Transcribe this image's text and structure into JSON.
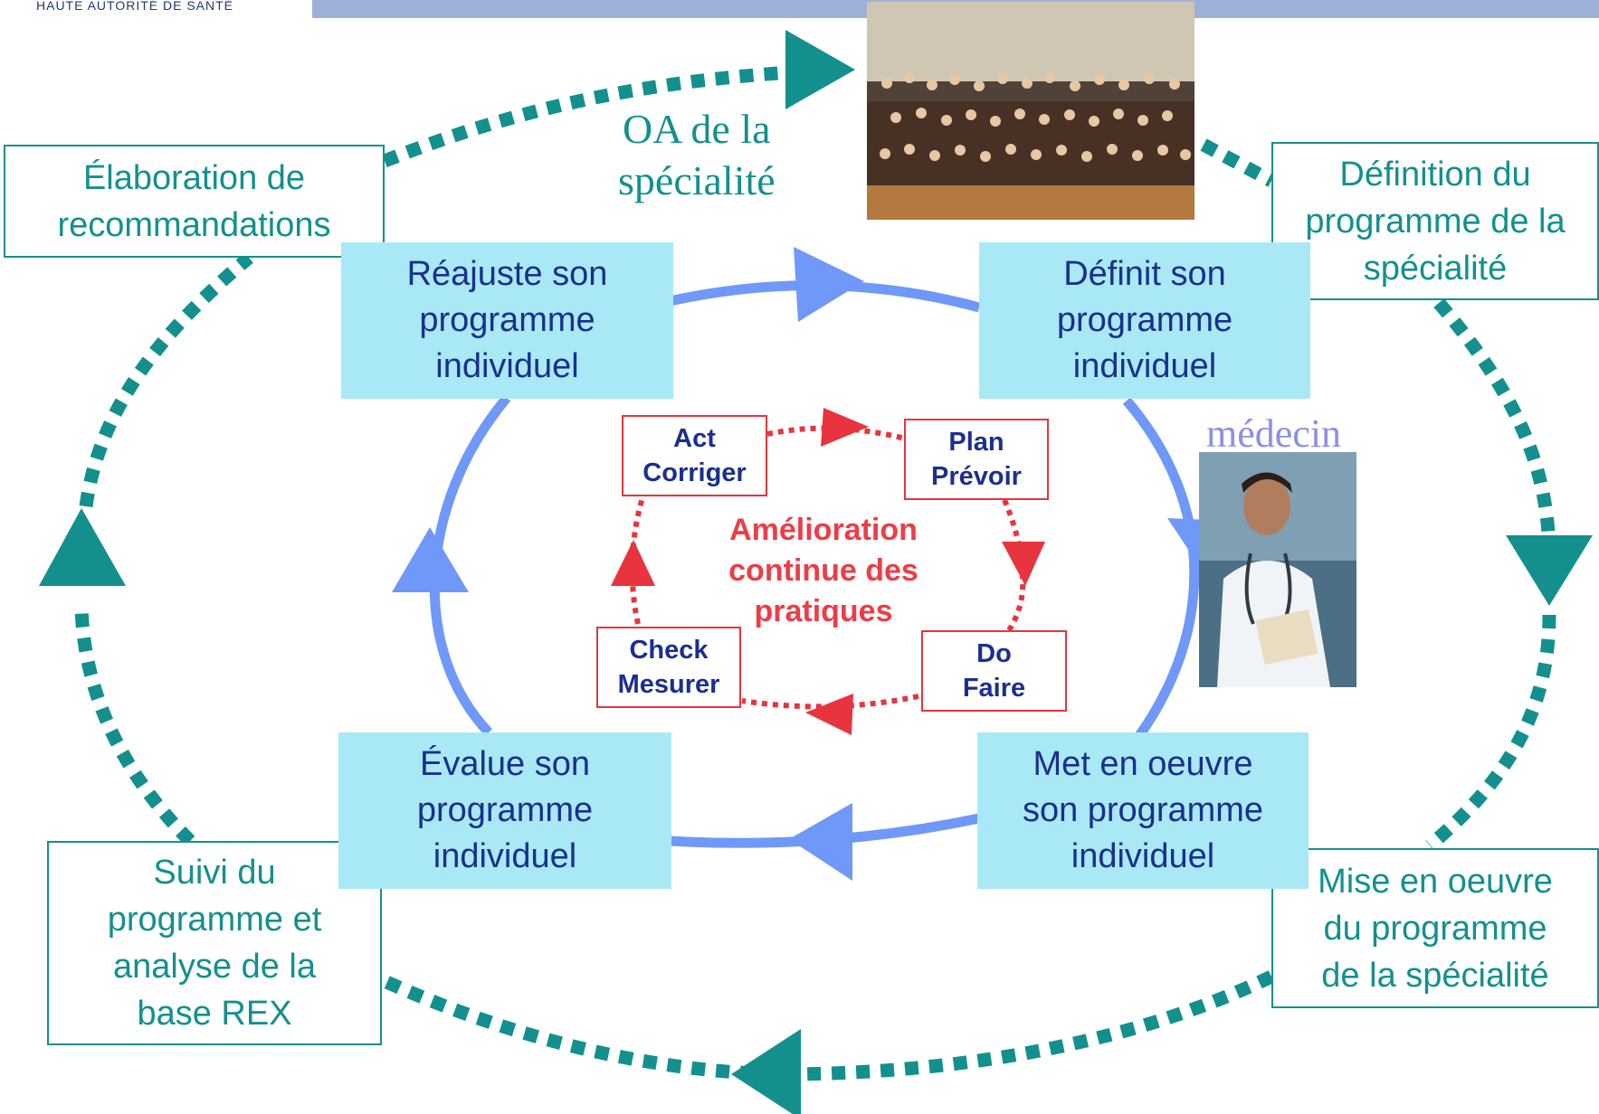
{
  "header": {
    "org_name": "HAUTE AUTORITÉ DE SANTÉ"
  },
  "labels": {
    "oa_line1": "OA de la",
    "oa_line2": "spécialité",
    "medecin": "médecin"
  },
  "outer_steps": {
    "elaboration": {
      "line1": "Élaboration de",
      "line2": "recommandations"
    },
    "definition": {
      "line1": "Définition du",
      "line2": "programme de la",
      "line3": "spécialité"
    },
    "mise_en_oeuvre": {
      "line1": "Mise en oeuvre",
      "line2": "du programme",
      "line3": "de la  spécialité"
    },
    "suivi": {
      "line1": "Suivi du",
      "line2": "programme et",
      "line3": "analyse de la",
      "line4": "base REX"
    }
  },
  "middle_steps": {
    "reajuste": {
      "line1": "Réajuste son",
      "line2": "programme",
      "line3": "individuel"
    },
    "definit": {
      "line1": "Définit son",
      "line2": "programme",
      "line3": "individuel"
    },
    "met_en_oeuvre": {
      "line1": "Met en oeuvre",
      "line2": "son programme",
      "line3": "individuel"
    },
    "evalue": {
      "line1": "Évalue son",
      "line2": "programme",
      "line3": "individuel"
    }
  },
  "pdca": {
    "act": {
      "line1": "Act",
      "line2": "Corriger"
    },
    "plan": {
      "line1": "Plan",
      "line2": "Prévoir"
    },
    "do": {
      "line1": "Do",
      "line2": "Faire"
    },
    "check": {
      "line1": "Check",
      "line2": "Mesurer"
    },
    "center": {
      "line1": "Amélioration",
      "line2": "continue des",
      "line3": "pratiques"
    }
  },
  "colors": {
    "teal": "#13908e",
    "blue_loop": "#6f98f8",
    "red": "#e8343e",
    "middle_box_fill": "#a9e9f6",
    "navy_text": "#1a2f8f",
    "medecin_label": "#8c8fe8"
  }
}
